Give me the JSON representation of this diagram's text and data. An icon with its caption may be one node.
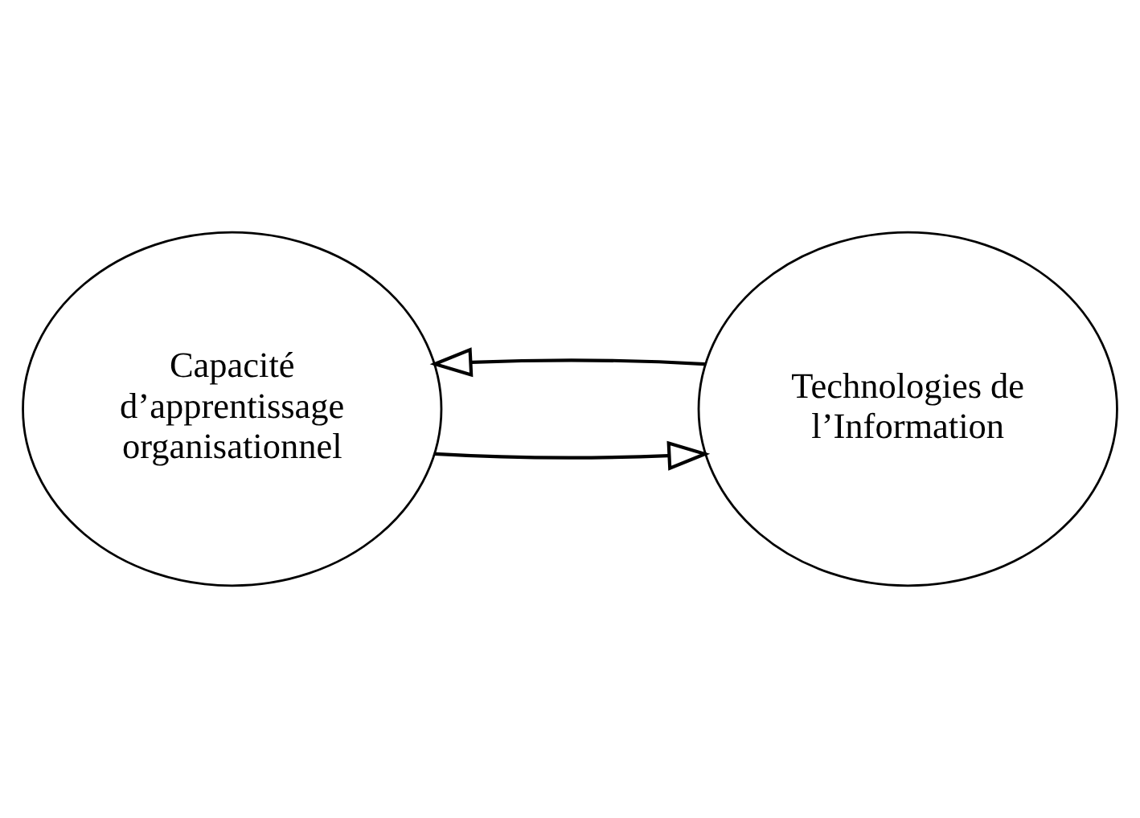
{
  "diagram": {
    "nodes": [
      {
        "text": [
          "Capacité d’apprentissage organisationnel"
        ]
      },
      {
        "text": [
          "Technologies de l’Information"
        ]
      }
    ],
    "edges": [
      {
        "from": 0,
        "to": 1,
        "arrow": "to"
      },
      {
        "from": 1,
        "to": 0,
        "arrow": "to"
      }
    ]
  }
}
